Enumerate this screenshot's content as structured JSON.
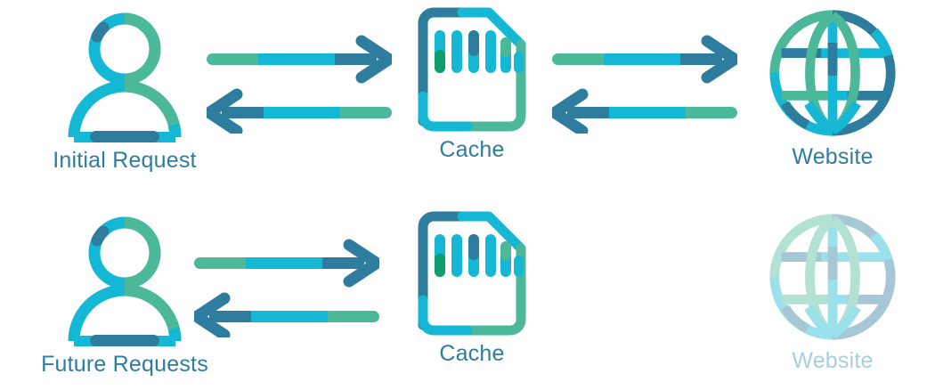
{
  "diagram": {
    "title": "Cache flow diagram",
    "background": "#FFFFFF",
    "colors": {
      "green": "#4CB89A",
      "cyan": "#14B8D4",
      "dark_blue": "#2E7C9E",
      "dark_green": "#0E9E6E",
      "text": "#2E7C9E",
      "text_faded": "#A9CEDE"
    },
    "rows": [
      {
        "name": "initial-request-row",
        "nodes": [
          {
            "id": "user",
            "label": "Initial Request",
            "icon": "user-icon",
            "faded": false
          },
          {
            "id": "cache",
            "label": "Cache",
            "icon": "memory-card-icon",
            "faded": false
          },
          {
            "id": "website",
            "label": "Website",
            "icon": "globe-icon",
            "faded": false
          }
        ],
        "connections": [
          {
            "from": "user",
            "to": "cache",
            "direction": "right",
            "icon": "arrow-right-icon"
          },
          {
            "from": "cache",
            "to": "user",
            "direction": "left",
            "icon": "arrow-left-icon"
          },
          {
            "from": "cache",
            "to": "website",
            "direction": "right",
            "icon": "arrow-right-icon"
          },
          {
            "from": "website",
            "to": "cache",
            "direction": "left",
            "icon": "arrow-left-icon"
          }
        ]
      },
      {
        "name": "future-requests-row",
        "nodes": [
          {
            "id": "user",
            "label": "Future Requests",
            "icon": "user-icon",
            "faded": false
          },
          {
            "id": "cache",
            "label": "Cache",
            "icon": "memory-card-icon",
            "faded": false
          },
          {
            "id": "website",
            "label": "Website",
            "icon": "globe-icon",
            "faded": true
          }
        ],
        "connections": [
          {
            "from": "user",
            "to": "cache",
            "direction": "right",
            "icon": "arrow-right-icon"
          },
          {
            "from": "cache",
            "to": "user",
            "direction": "left",
            "icon": "arrow-left-icon"
          }
        ]
      }
    ]
  }
}
